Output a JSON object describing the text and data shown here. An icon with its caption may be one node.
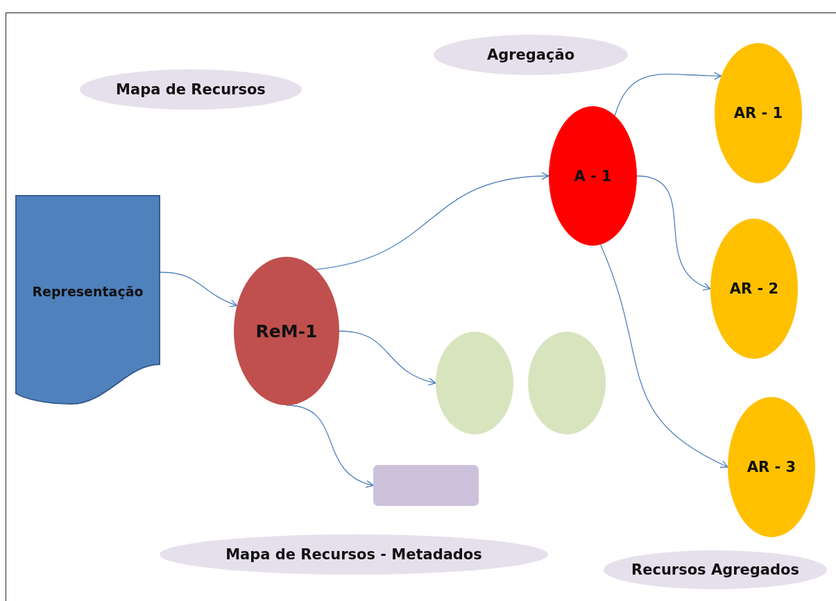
{
  "diagram": {
    "nodes": [
      {
        "text": [
          "Mapa de Recursos"
        ]
      },
      {
        "text": [
          "Agregação"
        ]
      },
      {
        "text": [
          "Representação"
        ]
      },
      {
        "text": [
          "ReM-1"
        ]
      },
      {
        "text": [
          "A - 1"
        ]
      },
      {
        "text": [
          "AR - 1"
        ]
      },
      {
        "text": [
          "AR - 2"
        ]
      },
      {
        "text": [],
        "shape": "circle"
      },
      {
        "text": [],
        "shape": "circle"
      },
      {
        "text": [],
        "shape": "box"
      },
      {
        "text": [
          "AR - 3"
        ]
      },
      {
        "text": [
          "Mapa de Recursos - Metadados"
        ]
      },
      {
        "text": [
          "Recursos Agregados"
        ]
      }
    ],
    "edges": [
      {
        "from": 2,
        "to": 3,
        "arrow": "to"
      },
      {
        "from": 3,
        "to": 4,
        "arrow": "to"
      },
      {
        "from": 3,
        "to": 7,
        "arrow": "to"
      },
      {
        "from": 3,
        "to": 9,
        "arrow": "to"
      },
      {
        "from": 4,
        "to": 5,
        "arrow": "to"
      },
      {
        "from": 4,
        "to": 6,
        "arrow": "to"
      },
      {
        "from": 4,
        "to": 10,
        "arrow": "to"
      }
    ]
  }
}
